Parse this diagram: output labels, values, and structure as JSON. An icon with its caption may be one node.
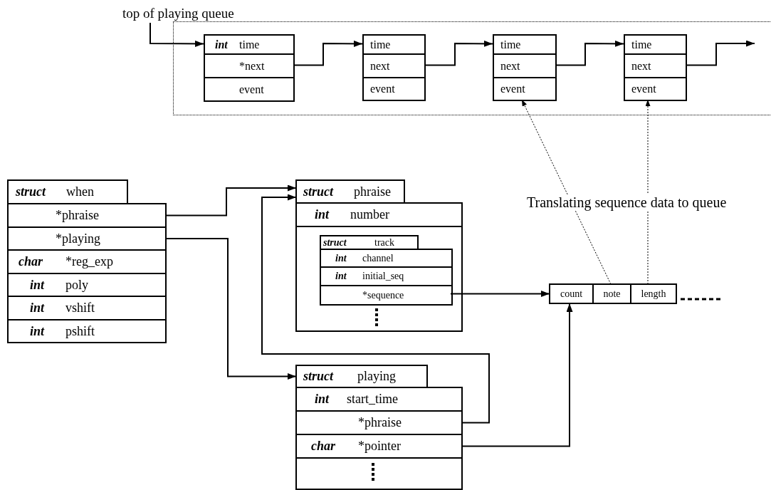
{
  "diagram": {
    "nodes": [
      {
        "text": [
          "top of playing queue"
        ]
      },
      {
        "text": [],
        "shape": "box"
      },
      {
        "text": [
          "int",
          "time"
        ],
        "in": 1
      },
      {
        "text": [
          "*next"
        ],
        "in": 1
      },
      {
        "text": [
          "event"
        ],
        "in": 1
      },
      {
        "text": [
          "time"
        ],
        "in": 1
      },
      {
        "text": [
          "next"
        ],
        "in": 1
      },
      {
        "text": [
          "event"
        ],
        "in": 1
      },
      {
        "text": [
          "time"
        ],
        "in": 1
      },
      {
        "text": [
          "next"
        ],
        "in": 1
      },
      {
        "text": [
          "event"
        ],
        "in": 1
      },
      {
        "text": [
          "time"
        ],
        "in": 1
      },
      {
        "text": [
          "next"
        ],
        "in": 1
      },
      {
        "text": [
          "event"
        ],
        "in": 1
      },
      {
        "text": [
          "struct",
          "when"
        ]
      },
      {
        "text": [
          "*phraise"
        ]
      },
      {
        "text": [
          "*playing"
        ]
      },
      {
        "text": [
          "char",
          "*reg_exp"
        ]
      },
      {
        "text": [
          "int",
          "poly"
        ]
      },
      {
        "text": [
          "int",
          "vshift"
        ]
      },
      {
        "text": [
          "int",
          "pshift"
        ]
      },
      {
        "text": [
          "struct",
          "phraise"
        ]
      },
      {
        "text": [
          "int",
          "number"
        ]
      },
      {
        "text": [],
        "shape": "box"
      },
      {
        "text": [
          "struct",
          "track"
        ],
        "in": 23
      },
      {
        "text": [
          "int",
          "channel"
        ],
        "in": 23
      },
      {
        "text": [
          "int",
          "initial_seq"
        ],
        "in": 23
      },
      {
        "text": [
          "*sequence"
        ],
        "in": 23
      },
      {
        "text": [
          "count"
        ]
      },
      {
        "text": [
          "note"
        ]
      },
      {
        "text": [
          "length"
        ]
      },
      {
        "text": [
          "struct",
          "playing"
        ]
      },
      {
        "text": [
          "int",
          "start_time"
        ]
      },
      {
        "text": [
          "*phraise"
        ]
      },
      {
        "text": [
          "char",
          "*pointer"
        ]
      },
      {
        "text": [],
        "shape": "box"
      }
    ],
    "edges": [
      {
        "from": 0,
        "to": 2,
        "arrow": "to"
      },
      {
        "from": 3,
        "to": 5,
        "arrow": "to"
      },
      {
        "from": 6,
        "to": 8,
        "arrow": "to"
      },
      {
        "from": 9,
        "to": 11,
        "arrow": "to"
      },
      {
        "from": 12,
        "to": null,
        "arrow": "to"
      },
      {
        "from": 15,
        "to": 21,
        "arrow": "to"
      },
      {
        "from": 33,
        "to": 21,
        "arrow": "to"
      },
      {
        "from": 16,
        "to": 31,
        "arrow": "to"
      },
      {
        "from": 27,
        "to": 28,
        "arrow": "to"
      },
      {
        "from": 34,
        "to": 28,
        "arrow": "to"
      },
      {
        "from": 29,
        "to": 10,
        "arrow": "to",
        "style": "dashed"
      },
      {
        "from": 30,
        "to": 13,
        "arrow": "to",
        "style": "dashed"
      }
    ],
    "labels": [
      "Translating sequence data to queue"
    ]
  }
}
